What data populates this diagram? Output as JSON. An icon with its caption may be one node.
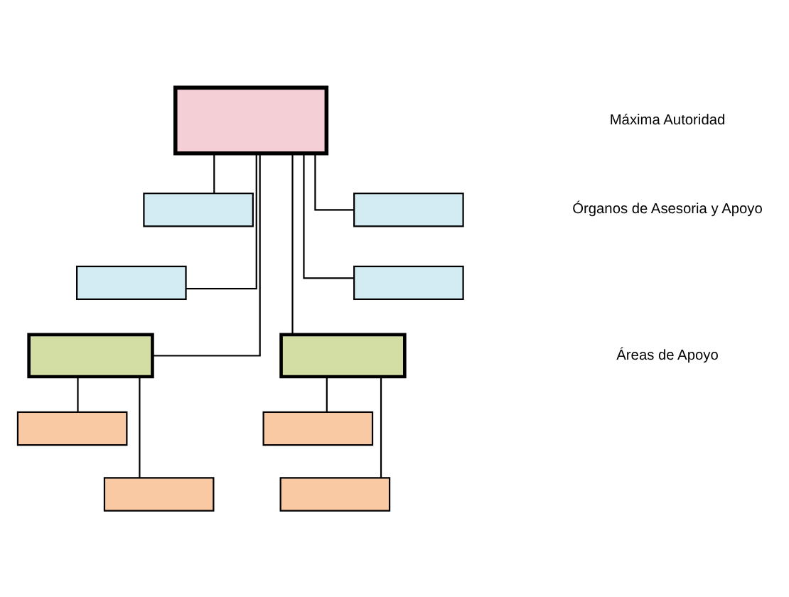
{
  "diagram": {
    "nodes": [
      {
        "text": [],
        "shape": "box"
      },
      {
        "text": [],
        "shape": "box"
      },
      {
        "text": [],
        "shape": "box"
      },
      {
        "text": [],
        "shape": "box"
      },
      {
        "text": [],
        "shape": "box"
      },
      {
        "text": [],
        "shape": "box"
      },
      {
        "text": [],
        "shape": "box"
      },
      {
        "text": [],
        "shape": "box"
      },
      {
        "text": [],
        "shape": "box"
      },
      {
        "text": [],
        "shape": "box"
      },
      {
        "text": [],
        "shape": "box"
      }
    ],
    "edges": [
      {
        "from": 0,
        "to": 1,
        "arrow": "none"
      },
      {
        "from": 0,
        "to": 2,
        "arrow": "none"
      },
      {
        "from": 0,
        "to": 3,
        "arrow": "none"
      },
      {
        "from": 0,
        "to": 4,
        "arrow": "none"
      },
      {
        "from": 0,
        "to": 5,
        "arrow": "none"
      },
      {
        "from": 0,
        "to": 6,
        "arrow": "none"
      },
      {
        "from": 5,
        "to": 7,
        "arrow": "none"
      },
      {
        "from": 5,
        "to": 8,
        "arrow": "none"
      },
      {
        "from": 6,
        "to": 9,
        "arrow": "none"
      },
      {
        "from": 6,
        "to": 10,
        "arrow": "none"
      }
    ],
    "labels": [
      "Máxima Autoridad",
      "Órganos de Asesoria y Apoyo",
      "Áreas de Apoyo"
    ]
  }
}
